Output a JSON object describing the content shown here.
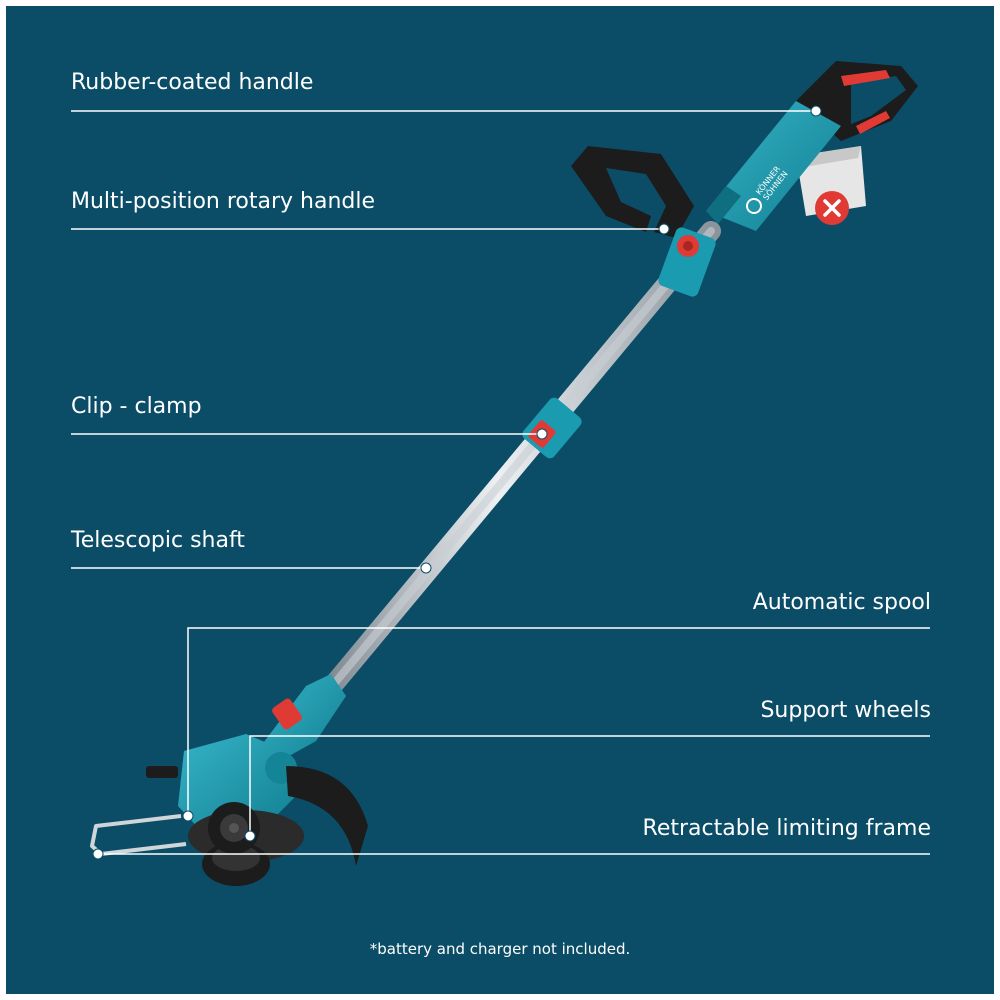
{
  "labels": {
    "rubber_coated_handle": "Rubber-coated handle",
    "multi_position_rotary_handle": "Multi-position rotary handle",
    "clip_clamp": "Clip - clamp",
    "telescopic_shaft": "Telescopic shaft",
    "automatic_spool": "Automatic spool",
    "support_wheels": "Support wheels",
    "retractable_limiting_frame": "Retractable limiting frame"
  },
  "brand": {
    "line1": "KÖNNER",
    "line2": "SÖHNEN"
  },
  "footnote": "*battery and charger not included.",
  "colors": {
    "background": "#0b4d67",
    "tool_body": "#1a9bb0",
    "accent_red": "#e03a35",
    "handle_black": "#1c1c1c",
    "battery_gray": "#e6e6e6"
  }
}
